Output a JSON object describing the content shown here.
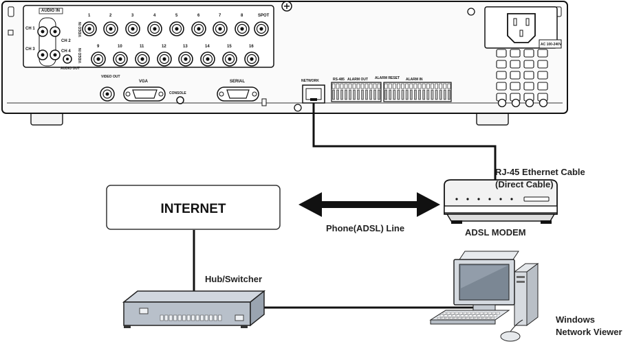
{
  "dvr_panel": {
    "audio_in": "AUDIO IN",
    "video_in": "VIDEO IN",
    "audio_out": "AUDIO OUT",
    "channels_top": [
      "1",
      "2",
      "3",
      "4",
      "5",
      "6",
      "7",
      "8"
    ],
    "channels_bottom": [
      "9",
      "10",
      "11",
      "12",
      "13",
      "14",
      "15",
      "16"
    ],
    "spot": "SPOT",
    "audio_ch": [
      "CH 1",
      "CH 2",
      "CH 3",
      "CH 4"
    ],
    "video_out": "VIDEO OUT",
    "vga": "VGA",
    "console": "CONSOLE",
    "serial": "SERIAL",
    "network": "NETWORK",
    "rs485": "RS-485",
    "alarm_out": "ALARM OUT",
    "alarm_reset": "ALARM RESET",
    "alarm_in": "ALARM IN",
    "power": "AC 100-240V"
  },
  "labels": {
    "internet": "INTERNET",
    "cable_line1": "RJ-45 Ethernet Cable",
    "cable_line2": "(Direct Cable)",
    "phone_line": "Phone(ADSL) Line",
    "modem": "ADSL MODEM",
    "hub": "Hub/Switcher",
    "viewer_line1": "Windows",
    "viewer_line2": "Network Viewer"
  }
}
